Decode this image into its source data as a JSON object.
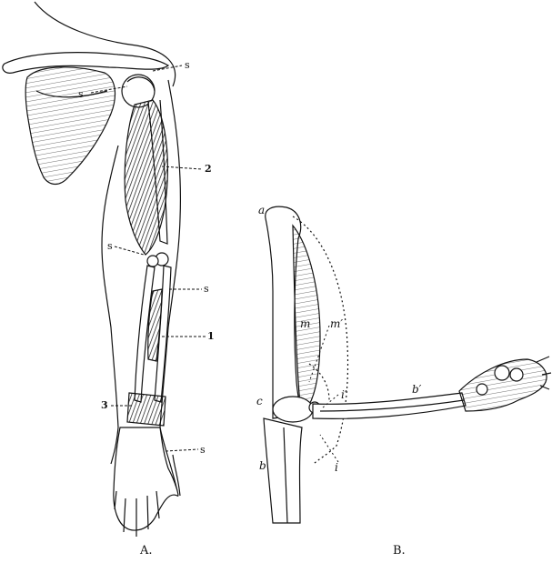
{
  "figure_a": {
    "caption": "A.",
    "labels": {
      "s_shoulder": "s",
      "s_upper": "s",
      "n2": "2",
      "s_elbow": "s",
      "s_forearm": "s",
      "n1": "1",
      "n3": "3",
      "s_wrist": "s"
    }
  },
  "figure_b": {
    "caption": "B.",
    "labels": {
      "a": "a",
      "m": "m",
      "m_prime": "m′",
      "b_prime": "b′",
      "c": "c",
      "i_prime": "i′",
      "b": "b",
      "i": "i"
    }
  },
  "colors": {
    "ink": "#111111",
    "muscle": "#4a4a4a",
    "paper": "#ffffff"
  }
}
